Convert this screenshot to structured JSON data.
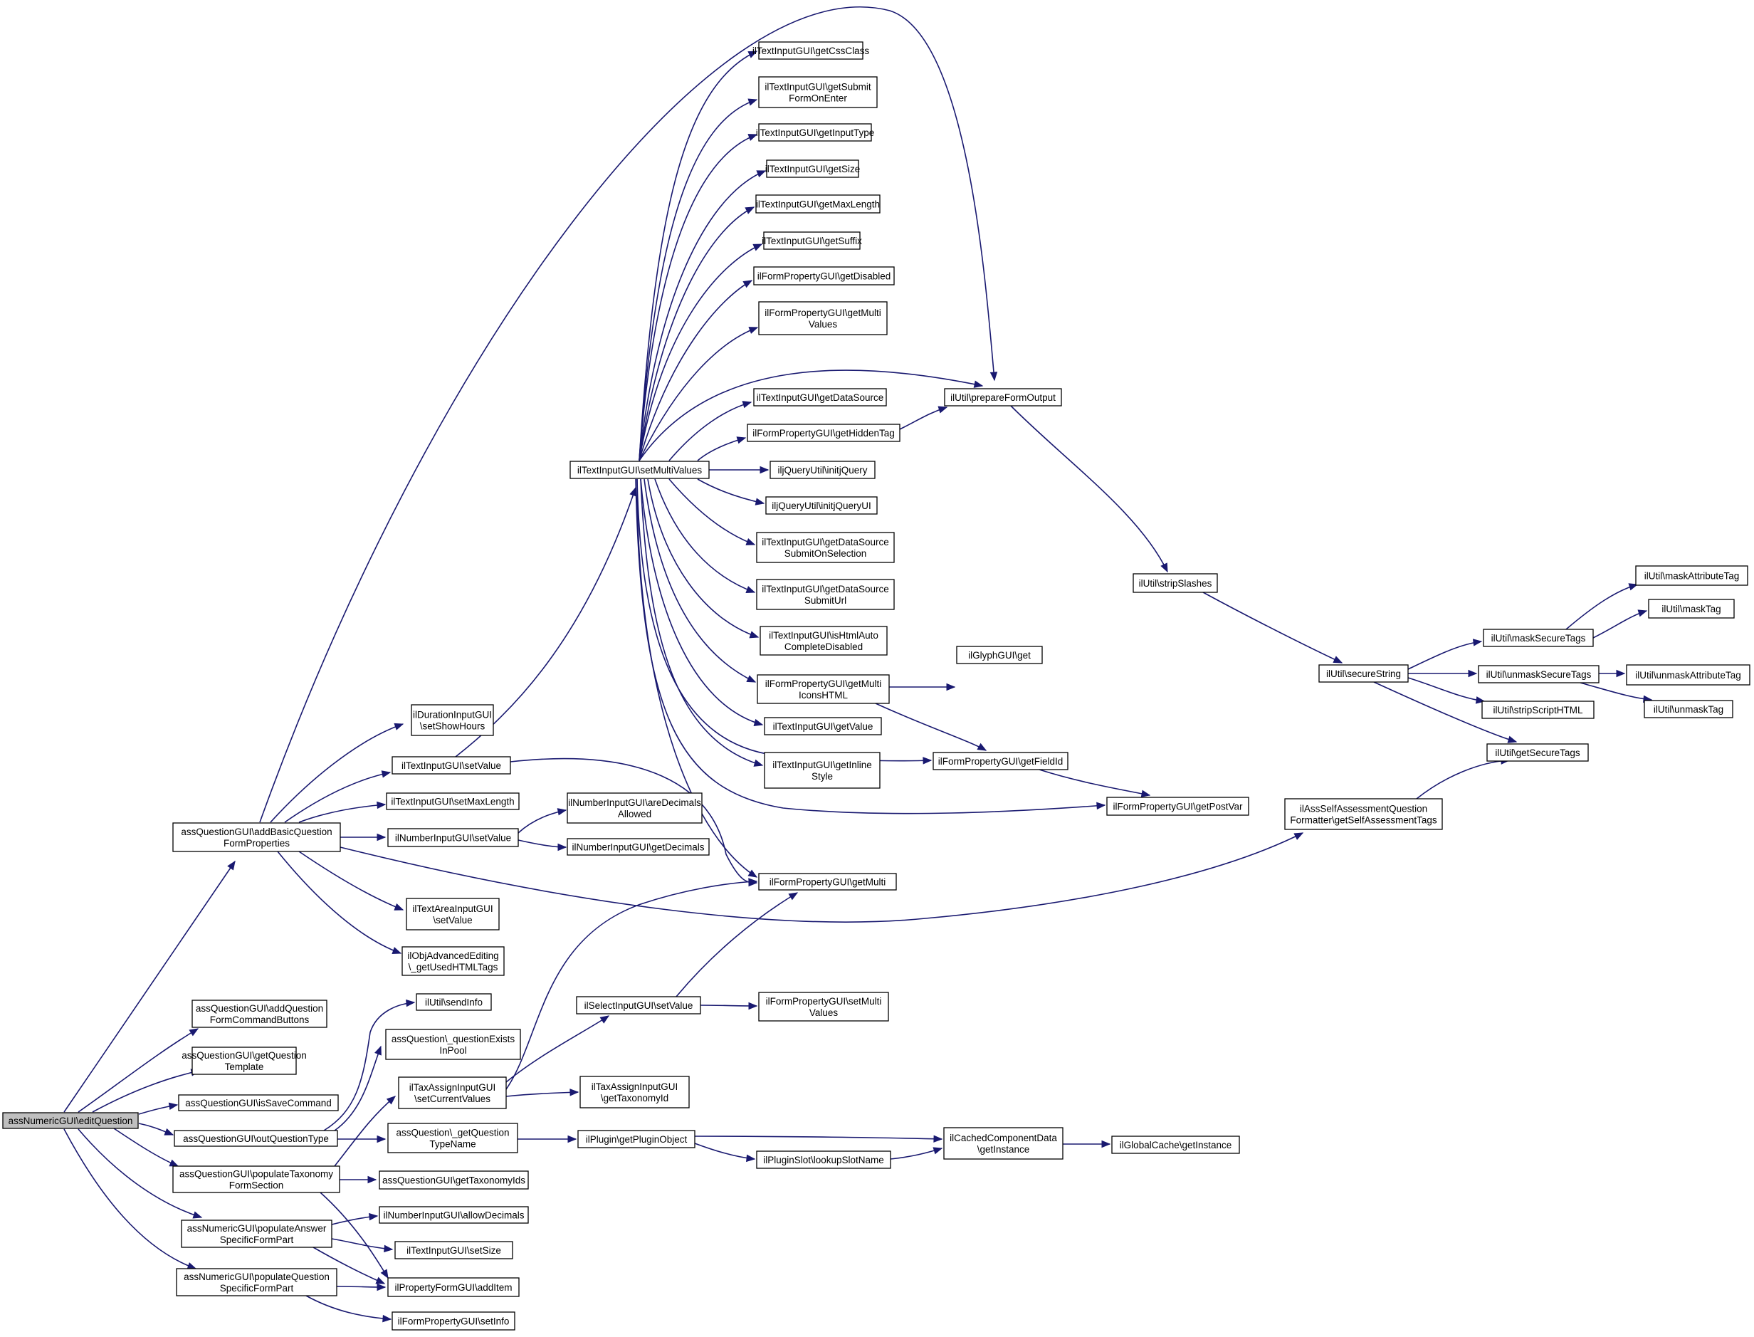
{
  "graph": {
    "colors": {
      "edge": "#191970",
      "node_border": "#000000",
      "node_fill": "#ffffff",
      "root_fill": "#bfbfbf"
    },
    "nodes": [
      {
        "id": "root",
        "lines": [
          "assNumericGUI\\editQuestion"
        ],
        "root": true
      },
      {
        "id": "addBasic",
        "lines": [
          "assQuestionGUI\\addBasicQuestion",
          "FormProperties"
        ]
      },
      {
        "id": "addCmd",
        "lines": [
          "assQuestionGUI\\addQuestion",
          "FormCommandButtons"
        ]
      },
      {
        "id": "getTpl",
        "lines": [
          "assQuestionGUI\\getQuestion",
          "Template"
        ]
      },
      {
        "id": "isSave",
        "lines": [
          "assQuestionGUI\\isSaveCommand"
        ]
      },
      {
        "id": "outQT",
        "lines": [
          "assQuestionGUI\\outQuestionType"
        ]
      },
      {
        "id": "popTax",
        "lines": [
          "assQuestionGUI\\populateTaxonomy",
          "FormSection"
        ]
      },
      {
        "id": "popAns",
        "lines": [
          "assNumericGUI\\populateAnswer",
          "SpecificFormPart"
        ]
      },
      {
        "id": "popQ",
        "lines": [
          "assNumericGUI\\populateQuestion",
          "SpecificFormPart"
        ]
      },
      {
        "id": "durShow",
        "lines": [
          "ilDurationInputGUI",
          "\\setShowHours"
        ]
      },
      {
        "id": "txtSetVal",
        "lines": [
          "ilTextInputGUI\\setValue"
        ]
      },
      {
        "id": "txtMaxLen",
        "lines": [
          "ilTextInputGUI\\setMaxLength"
        ]
      },
      {
        "id": "numSetVal",
        "lines": [
          "ilNumberInputGUI\\setValue"
        ]
      },
      {
        "id": "areaSetVal",
        "lines": [
          "ilTextAreaInputGUI",
          "\\setValue"
        ]
      },
      {
        "id": "objAdv",
        "lines": [
          "ilObjAdvancedEditing",
          "\\_getUsedHTMLTags"
        ]
      },
      {
        "id": "sendInfo",
        "lines": [
          "ilUtil\\sendInfo"
        ]
      },
      {
        "id": "qExists",
        "lines": [
          "assQuestion\\_questionExists",
          "InPool"
        ]
      },
      {
        "id": "taxSetCur",
        "lines": [
          "ilTaxAssignInputGUI",
          "\\setCurrentValues"
        ]
      },
      {
        "id": "getQTN",
        "lines": [
          "assQuestion\\_getQuestion",
          "TypeName"
        ]
      },
      {
        "id": "getTaxIds",
        "lines": [
          "assQuestionGUI\\getTaxonomyIds"
        ]
      },
      {
        "id": "allowDec",
        "lines": [
          "ilNumberInputGUI\\allowDecimals"
        ]
      },
      {
        "id": "txtSetSize",
        "lines": [
          "ilTextInputGUI\\setSize"
        ]
      },
      {
        "id": "addItem",
        "lines": [
          "ilPropertyFormGUI\\addItem"
        ]
      },
      {
        "id": "setInfo",
        "lines": [
          "ilFormPropertyGUI\\setInfo"
        ]
      },
      {
        "id": "setMulti",
        "lines": [
          "ilTextInputGUI\\setMultiValues"
        ]
      },
      {
        "id": "areDec",
        "lines": [
          "ilNumberInputGUI\\areDecimals",
          "Allowed"
        ]
      },
      {
        "id": "getDec",
        "lines": [
          "ilNumberInputGUI\\getDecimals"
        ]
      },
      {
        "id": "selSetVal",
        "lines": [
          "ilSelectInputGUI\\setValue"
        ]
      },
      {
        "id": "taxGetId",
        "lines": [
          "ilTaxAssignInputGUI",
          "\\getTaxonomyId"
        ]
      },
      {
        "id": "plugObj",
        "lines": [
          "ilPlugin\\getPluginObject"
        ]
      },
      {
        "id": "getCss",
        "lines": [
          "ilTextInputGUI\\getCssClass"
        ]
      },
      {
        "id": "getSubmit",
        "lines": [
          "ilTextInputGUI\\getSubmit",
          "FormOnEnter"
        ]
      },
      {
        "id": "getInType",
        "lines": [
          "ilTextInputGUI\\getInputType"
        ]
      },
      {
        "id": "getSize",
        "lines": [
          "ilTextInputGUI\\getSize"
        ]
      },
      {
        "id": "getMaxLen",
        "lines": [
          "ilTextInputGUI\\getMaxLength"
        ]
      },
      {
        "id": "getSuffix",
        "lines": [
          "ilTextInputGUI\\getSuffix"
        ]
      },
      {
        "id": "getDisabled",
        "lines": [
          "ilFormPropertyGUI\\getDisabled"
        ]
      },
      {
        "id": "getMultiVals",
        "lines": [
          "ilFormPropertyGUI\\getMulti",
          "Values"
        ]
      },
      {
        "id": "getDS",
        "lines": [
          "ilTextInputGUI\\getDataSource"
        ]
      },
      {
        "id": "getHidden",
        "lines": [
          "ilFormPropertyGUI\\getHiddenTag"
        ]
      },
      {
        "id": "initJQ",
        "lines": [
          "iljQueryUtil\\initjQuery"
        ]
      },
      {
        "id": "initJQUI",
        "lines": [
          "iljQueryUtil\\initjQueryUI"
        ]
      },
      {
        "id": "getDSSel",
        "lines": [
          "ilTextInputGUI\\getDataSource",
          "SubmitOnSelection"
        ]
      },
      {
        "id": "getDSUrl",
        "lines": [
          "ilTextInputGUI\\getDataSource",
          "SubmitUrl"
        ]
      },
      {
        "id": "isHtmlAuto",
        "lines": [
          "ilTextInputGUI\\isHtmlAuto",
          "CompleteDisabled"
        ]
      },
      {
        "id": "getMultiIcons",
        "lines": [
          "ilFormPropertyGUI\\getMulti",
          "IconsHTML"
        ]
      },
      {
        "id": "getValue",
        "lines": [
          "ilTextInputGUI\\getValue"
        ]
      },
      {
        "id": "getInline",
        "lines": [
          "ilTextInputGUI\\getInline",
          "Style"
        ]
      },
      {
        "id": "getMulti",
        "lines": [
          "ilFormPropertyGUI\\getMulti"
        ]
      },
      {
        "id": "setMultiVals",
        "lines": [
          "ilFormPropertyGUI\\setMulti",
          "Values"
        ]
      },
      {
        "id": "lookupSlot",
        "lines": [
          "ilPluginSlot\\lookupSlotName"
        ]
      },
      {
        "id": "prepForm",
        "lines": [
          "ilUtil\\prepareFormOutput"
        ]
      },
      {
        "id": "glyph",
        "lines": [
          "ilGlyphGUI\\get"
        ]
      },
      {
        "id": "getFieldId",
        "lines": [
          "ilFormPropertyGUI\\getFieldId"
        ]
      },
      {
        "id": "getPostVar",
        "lines": [
          "ilFormPropertyGUI\\getPostVar"
        ]
      },
      {
        "id": "cached",
        "lines": [
          "ilCachedComponentData",
          "\\getInstance"
        ]
      },
      {
        "id": "globalCache",
        "lines": [
          "ilGlobalCache\\getInstance"
        ]
      },
      {
        "id": "strip",
        "lines": [
          "ilUtil\\stripSlashes"
        ]
      },
      {
        "id": "secure",
        "lines": [
          "ilUtil\\secureString"
        ]
      },
      {
        "id": "selfAssess",
        "lines": [
          "ilAssSelfAssessmentQuestion",
          "Formatter\\getSelfAssessmentTags"
        ]
      },
      {
        "id": "maskSec",
        "lines": [
          "ilUtil\\maskSecureTags"
        ]
      },
      {
        "id": "unmaskSec",
        "lines": [
          "ilUtil\\unmaskSecureTags"
        ]
      },
      {
        "id": "stripScript",
        "lines": [
          "ilUtil\\stripScriptHTML"
        ]
      },
      {
        "id": "getSecTags",
        "lines": [
          "ilUtil\\getSecureTags"
        ]
      },
      {
        "id": "maskAttr",
        "lines": [
          "ilUtil\\maskAttributeTag"
        ]
      },
      {
        "id": "maskTag",
        "lines": [
          "ilUtil\\maskTag"
        ]
      },
      {
        "id": "unmaskAttr",
        "lines": [
          "ilUtil\\unmaskAttributeTag"
        ]
      },
      {
        "id": "unmaskTag",
        "lines": [
          "ilUtil\\unmaskTag"
        ]
      }
    ]
  }
}
